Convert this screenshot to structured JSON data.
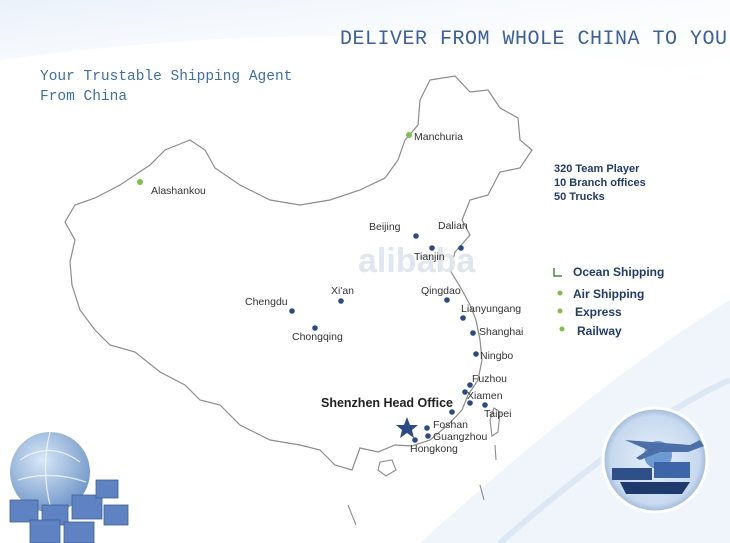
{
  "header": {
    "title": "DELIVER FROM WHOLE CHINA TO YOU",
    "tagline_line1": "Your Trustable Shipping Agent",
    "tagline_line2": "From China"
  },
  "stats": [
    "320 Team Player",
    "10 Branch offices",
    "50 Trucks"
  ],
  "services": [
    "Ocean Shipping",
    "Air Shipping",
    "Express",
    "Railway"
  ],
  "head_office": "Shenzhen Head Office",
  "cities": {
    "manchuria": "Manchuria",
    "alashankou": "Alashankou",
    "beijing": "Beijing",
    "dalian": "Dalian",
    "tianjin": "Tianjin",
    "qingdao": "Qingdao",
    "xian": "Xi'an",
    "chengdu": "Chengdu",
    "chongqing": "Chongqing",
    "lianyungang": "Lianyungang",
    "shanghai": "Shanghai",
    "ningbo": "Ningbo",
    "fuzhou": "Fuzhou",
    "xiamen": "Xiamen",
    "taipei": "Taipei",
    "foshan": "Foshan",
    "guangzhou": "Guangzhou",
    "hongkong": "Hongkong"
  },
  "watermark": "alibaba",
  "colors": {
    "title": "#3a5fa5",
    "city_dot": "#2a4a8a",
    "green_dot": "#7cc242",
    "service_text": "#1f3b70"
  }
}
